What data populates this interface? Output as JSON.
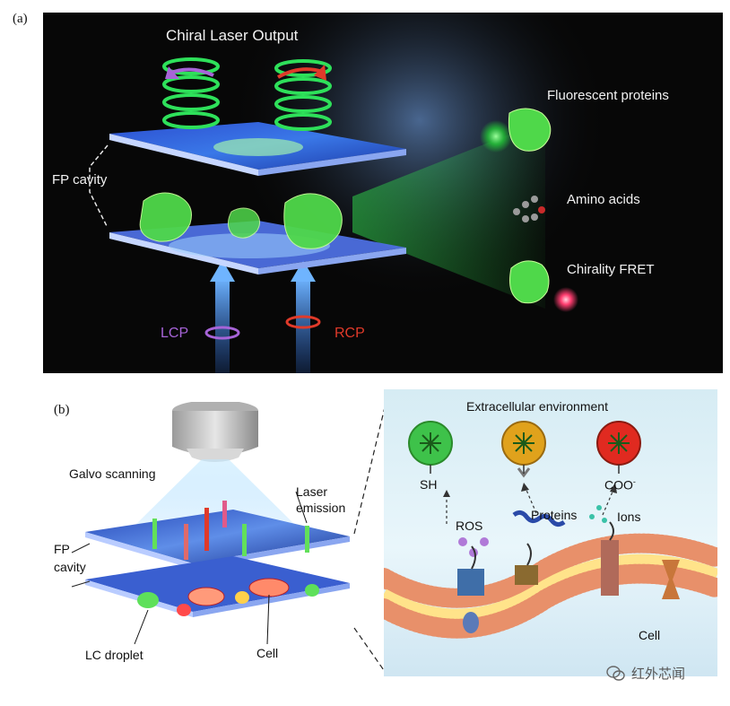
{
  "panel_a": {
    "label": "(a)",
    "title": "Chiral Laser Output",
    "fp_cavity": "FP cavity",
    "lcp": "LCP",
    "rcp": "RCP",
    "items": [
      {
        "label": "Fluorescent proteins"
      },
      {
        "label": "Amino acids"
      },
      {
        "label": "Chirality FRET"
      }
    ]
  },
  "panel_b": {
    "label": "(b)",
    "galvo": "Galvo scanning",
    "laser_emission_1": "Laser",
    "laser_emission_2": "emission",
    "fp_cavity_1": "FP",
    "fp_cavity_2": "cavity",
    "lc_droplet": "LC droplet",
    "cell": "Cell",
    "extracellular": "Extracellular environment",
    "sensors": [
      {
        "group": "SH",
        "analyte": "ROS",
        "color": "#3ec24a"
      },
      {
        "group": "",
        "analyte": "Proteins",
        "color": "#e0a21c"
      },
      {
        "group": "COO",
        "group_sup": "-",
        "analyte": "Ions",
        "color": "#e02a20"
      }
    ],
    "cell_label": "Cell"
  },
  "watermark": "红外芯闻",
  "colors": {
    "dark_bg": "#0a0a0a",
    "accent_green": "#39ff4a",
    "lcp": "#a764d8",
    "rcp": "#e03a2a",
    "cavity_blue": "#2b5fd8"
  }
}
